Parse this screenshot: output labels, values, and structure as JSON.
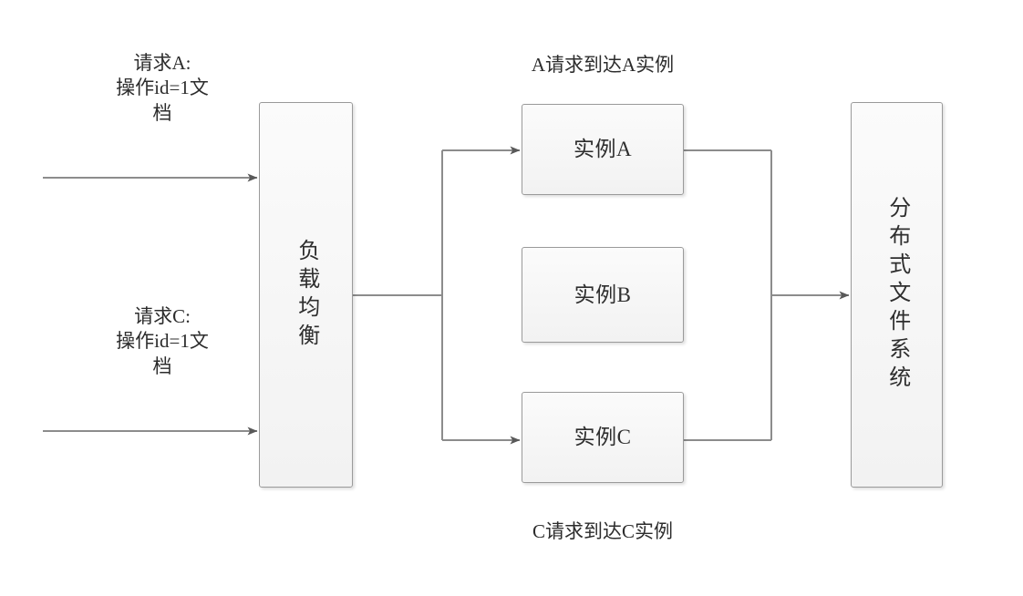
{
  "diagram": {
    "title_semantic": "load-balancer-distributed-file-system-flow",
    "colors": {
      "box_border": "#9a9a9a",
      "box_fill_top": "#fbfbfb",
      "box_fill_bottom": "#f2f2f2",
      "line": "#8c8c8c",
      "arrow_head": "#595959",
      "text": "#2e2e2e",
      "background": "#ffffff"
    },
    "captions": {
      "request_a": "请求A:\n操作id=1文\n档",
      "request_c": "请求C:\n操作id=1文\n档",
      "top_note": "A请求到达A实例",
      "bottom_note": "C请求到达C实例"
    },
    "nodes": {
      "load_balancer": "负载均衡",
      "instance_a": "实例A",
      "instance_b": "实例B",
      "instance_c": "实例C",
      "distributed_fs": "分布式文件系统"
    },
    "edges": [
      {
        "name": "request-a-to-lb",
        "from": "请求A",
        "to": "负载均衡",
        "arrow": true
      },
      {
        "name": "request-c-to-lb",
        "from": "请求C",
        "to": "负载均衡",
        "arrow": true
      },
      {
        "name": "lb-to-instance-a",
        "from": "负载均衡",
        "to": "实例A",
        "arrow": true
      },
      {
        "name": "lb-to-instance-c",
        "from": "负载均衡",
        "to": "实例C",
        "arrow": true
      },
      {
        "name": "instances-to-dfs",
        "from": "实例A/实例C",
        "to": "分布式文件系统",
        "arrow": true
      }
    ]
  }
}
